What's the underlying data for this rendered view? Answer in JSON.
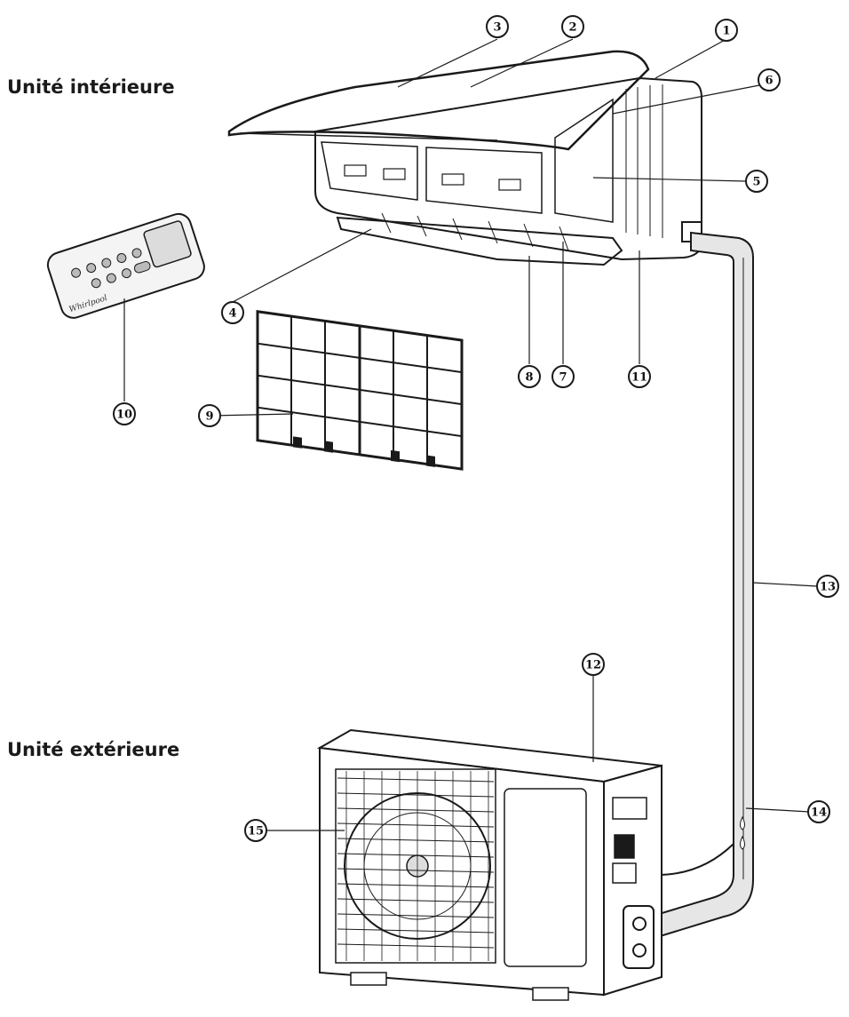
{
  "labels": {
    "indoor_unit": "Unité intérieure",
    "outdoor_unit": "Unité extérieure"
  },
  "callouts": [
    "1",
    "2",
    "3",
    "4",
    "5",
    "6",
    "7",
    "8",
    "9",
    "10",
    "11",
    "12",
    "13",
    "14",
    "15"
  ],
  "brand_mark": "Whirlpool",
  "colors": {
    "line": "#1a1a1a",
    "pipe_fill": "#d8d8d8",
    "background": "#ffffff"
  }
}
